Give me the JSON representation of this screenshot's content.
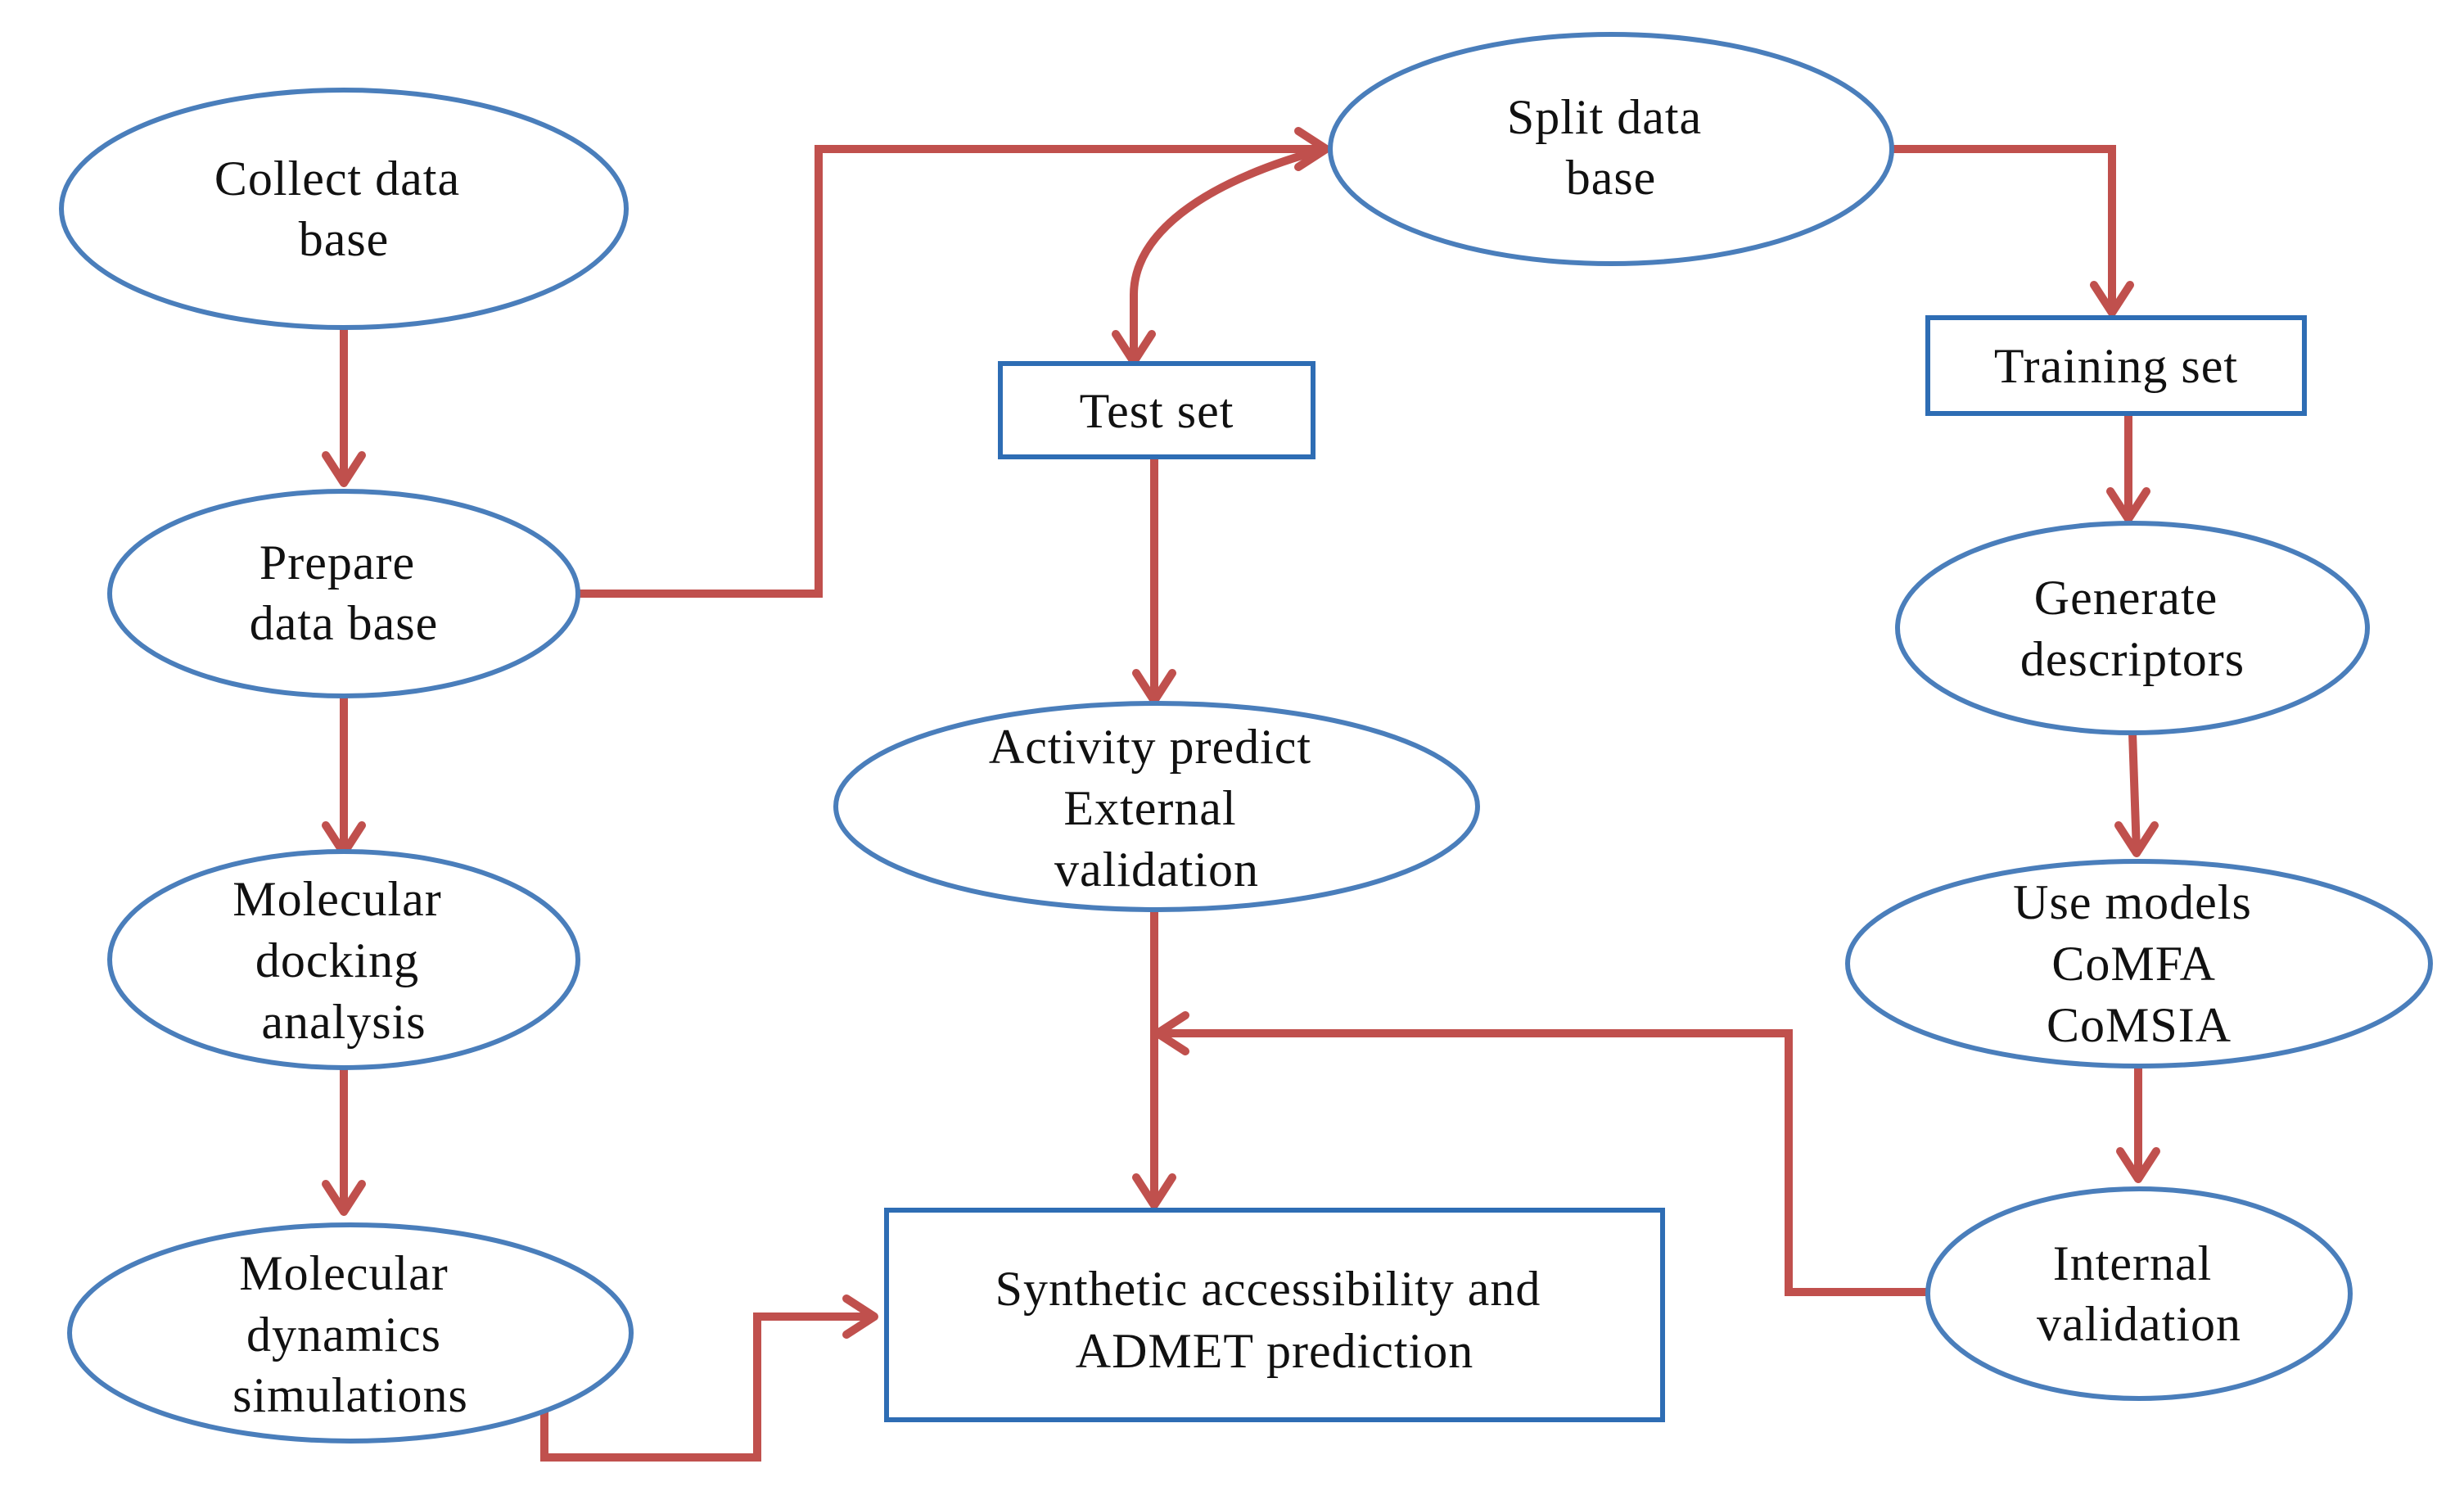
{
  "nodes": {
    "collect": {
      "lines": [
        "Collect data",
        "base"
      ]
    },
    "prepare": {
      "lines": [
        "Prepare",
        "data base"
      ]
    },
    "docking": {
      "lines": [
        "Molecular",
        "docking",
        "analysis"
      ]
    },
    "dynamics": {
      "lines": [
        "Molecular",
        "dynamics",
        "simulations"
      ]
    },
    "split": {
      "lines": [
        "Split data",
        "base"
      ]
    },
    "test_set": {
      "lines": [
        "Test set"
      ]
    },
    "activity": {
      "lines": [
        "Activity predict",
        "External",
        "validation"
      ]
    },
    "synthetic": {
      "lines": [
        "Synthetic accessibility and",
        "ADMET prediction"
      ]
    },
    "training_set": {
      "lines": [
        "Training  set"
      ]
    },
    "descriptors": {
      "lines": [
        "Generate",
        "descriptors"
      ]
    },
    "models": {
      "lines": [
        "Use models",
        "CoMFA",
        "CoMSIA"
      ]
    },
    "internal": {
      "lines": [
        "Internal",
        "validation"
      ]
    }
  },
  "colors": {
    "node_outline": "#4a7ebb",
    "box_outline": "#2e6db4",
    "connector": "#c0504d",
    "text": "#111111",
    "background": "#ffffff"
  }
}
